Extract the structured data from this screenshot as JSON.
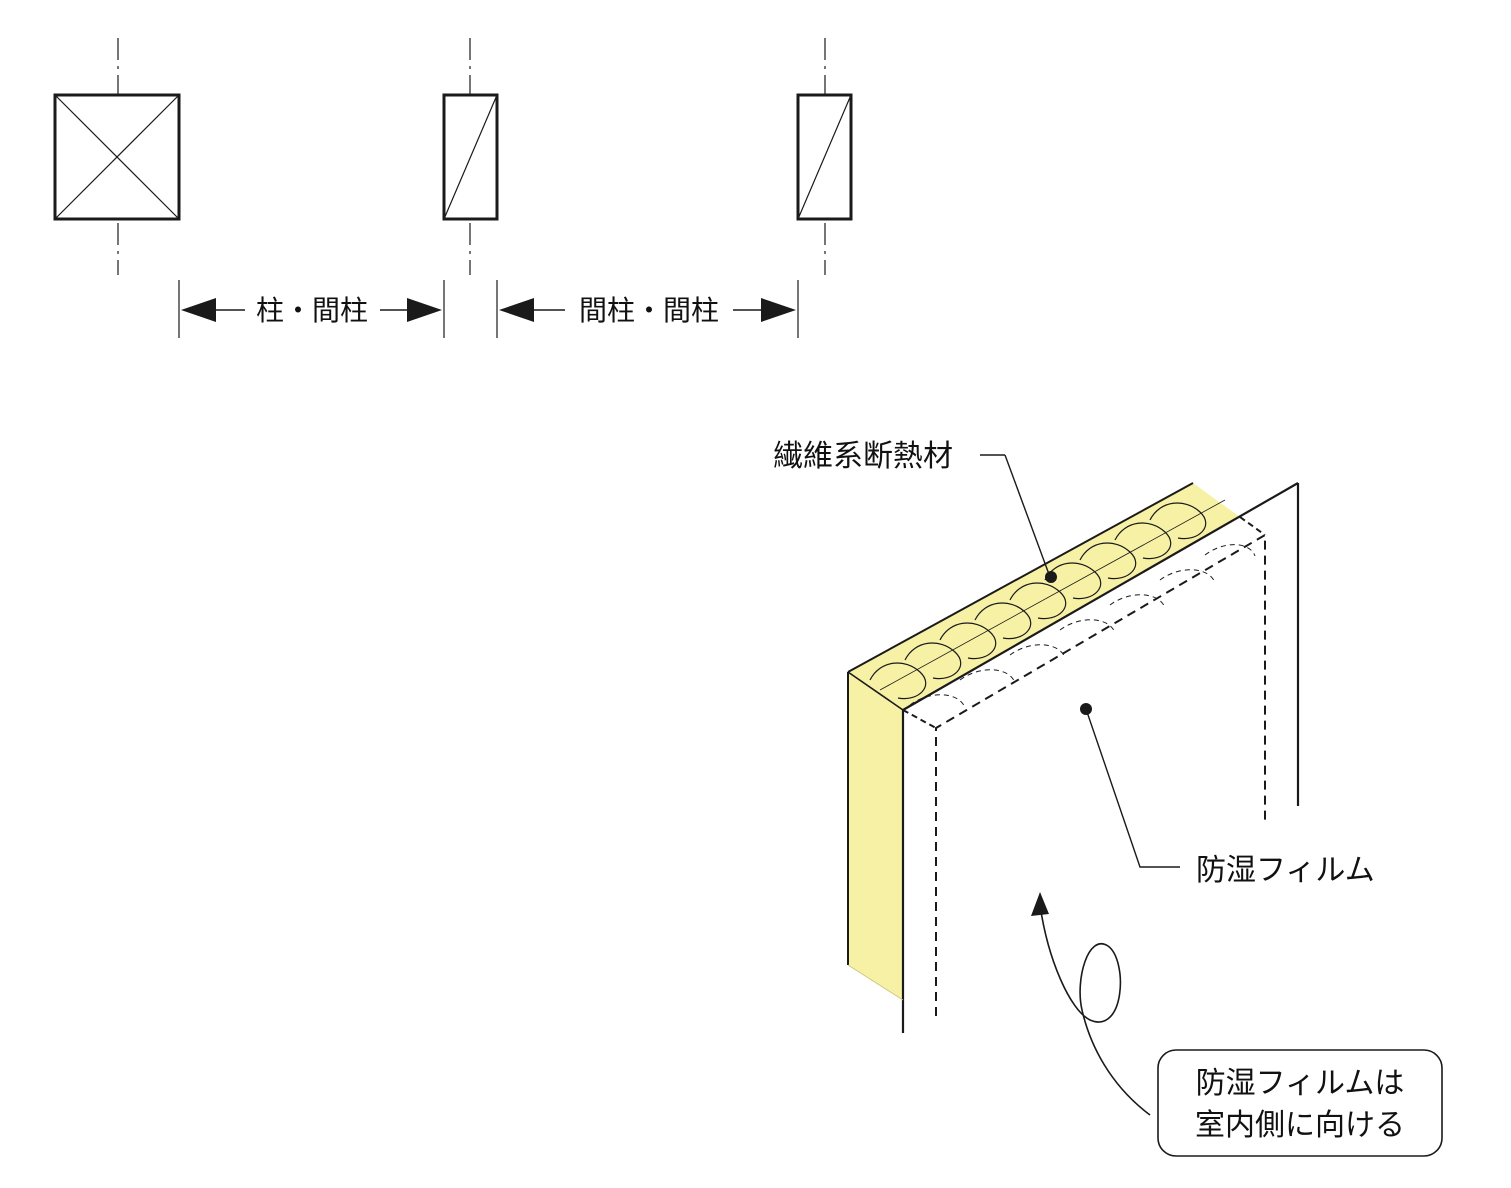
{
  "dimensions": {
    "left_label": "柱・間柱",
    "right_label": "間柱・間柱"
  },
  "callouts": {
    "insulation": "繊維系断熱材",
    "vapor_film": "防湿フィルム",
    "note_line1": "防湿フィルムは",
    "note_line2": "室内側に向ける"
  },
  "colors": {
    "insulation_fill": "#f7f1a6",
    "line": "#1a1a1a",
    "background": "#ffffff"
  },
  "icons": {
    "rotation_arrow": "curved-arrow-up-icon"
  }
}
